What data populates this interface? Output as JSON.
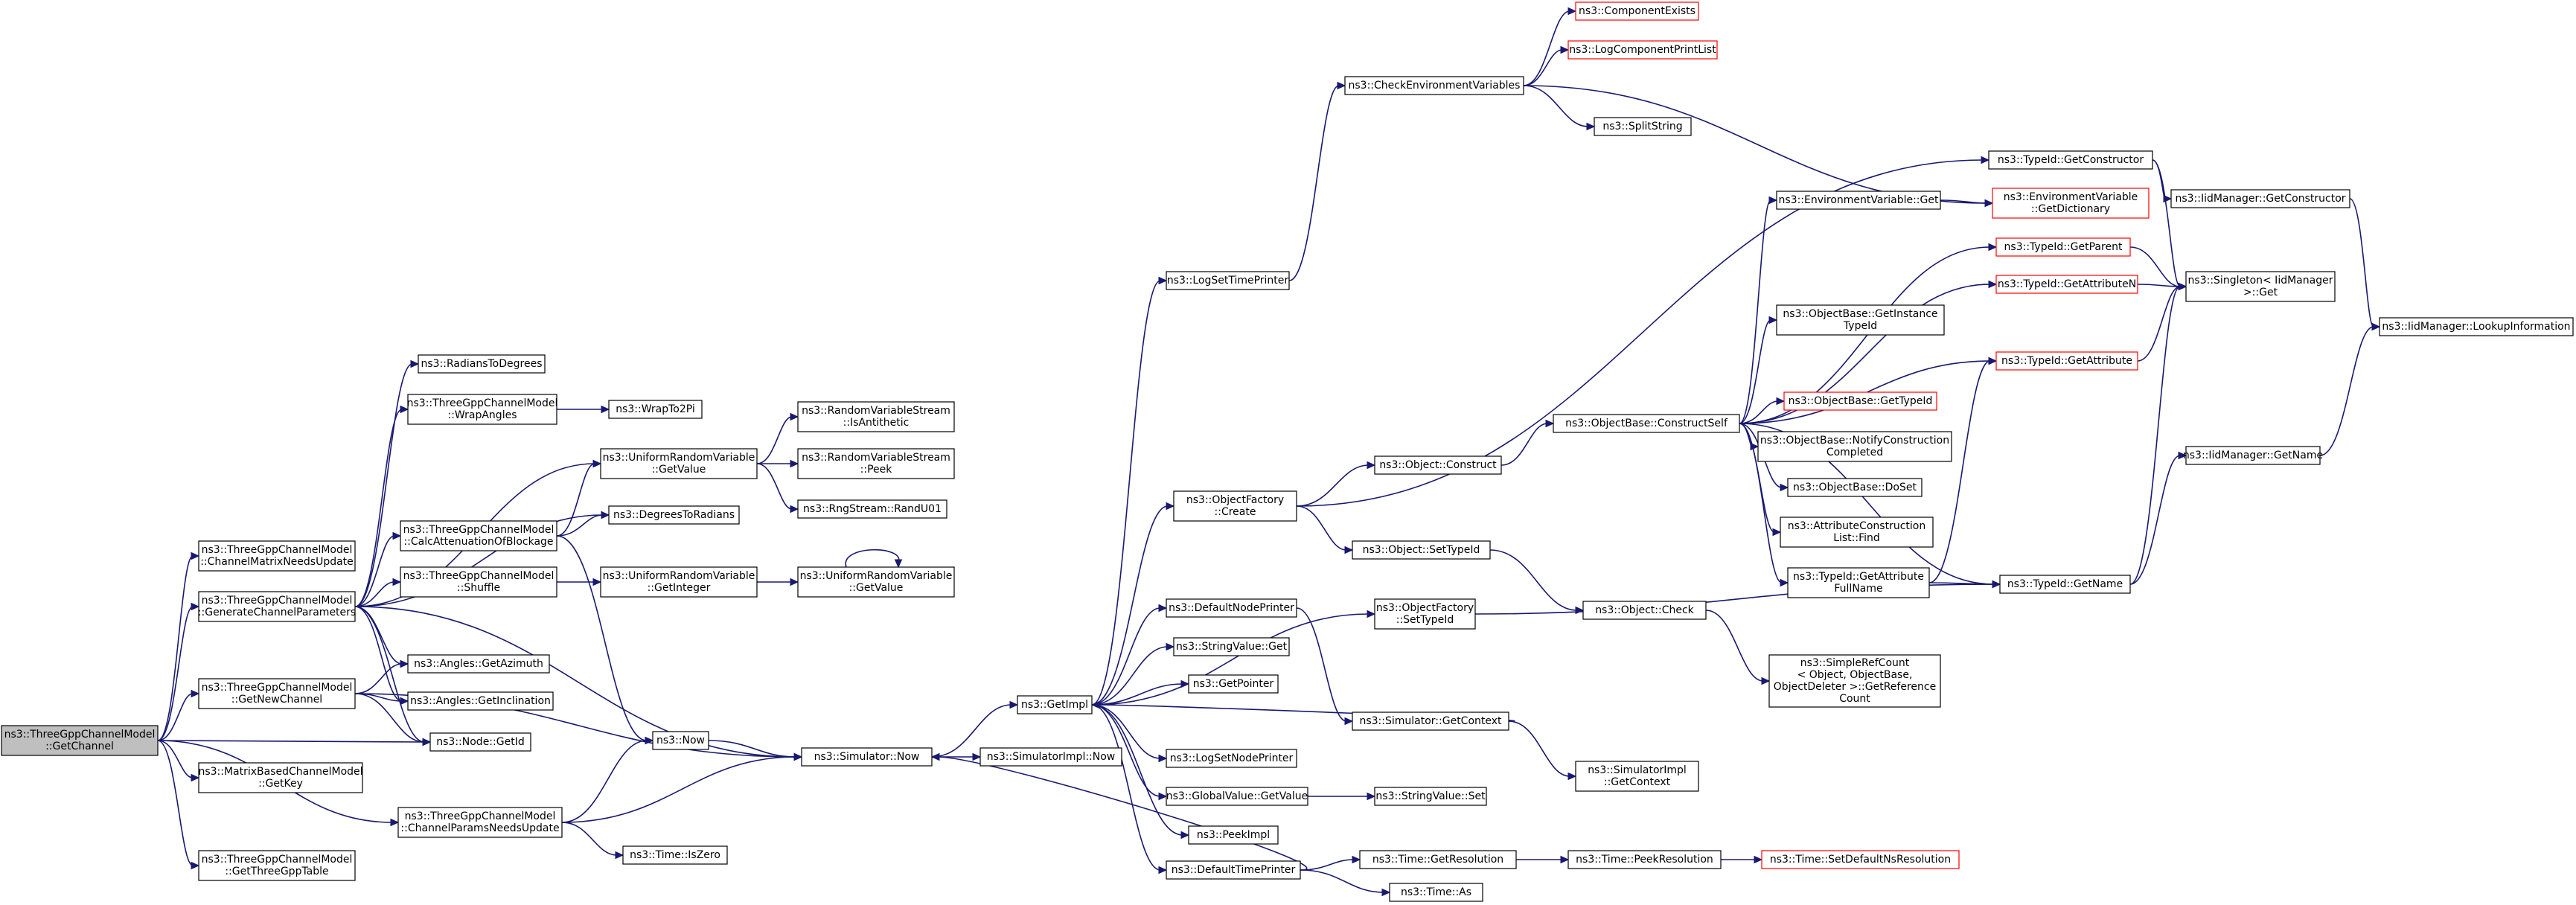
{
  "graph": {
    "nodes": [
      {
        "id": "root",
        "lines": [
          "ns3::ThreeGppChannelModel",
          "::GetChannel"
        ],
        "status": "root"
      },
      {
        "id": "cmnu",
        "lines": [
          "ns3::ThreeGppChannelModel",
          "::ChannelMatrixNeedsUpdate"
        ],
        "status": "normal"
      },
      {
        "id": "gcp",
        "lines": [
          "ns3::ThreeGppChannelModel",
          "::GenerateChannelParameters"
        ],
        "status": "normal"
      },
      {
        "id": "gnc",
        "lines": [
          "ns3::ThreeGppChannelModel",
          "::GetNewChannel"
        ],
        "status": "normal"
      },
      {
        "id": "mbkey",
        "lines": [
          "ns3::MatrixBasedChannelModel",
          "::GetKey"
        ],
        "status": "normal"
      },
      {
        "id": "cpnu",
        "lines": [
          "ns3::ThreeGppChannelModel",
          "::ChannelParamsNeedsUpdate"
        ],
        "status": "normal"
      },
      {
        "id": "g3t",
        "lines": [
          "ns3::ThreeGppChannelModel",
          "::GetThreeGppTable"
        ],
        "status": "normal"
      },
      {
        "id": "r2d",
        "lines": [
          "ns3::RadiansToDegrees"
        ],
        "status": "normal"
      },
      {
        "id": "wrapa",
        "lines": [
          "ns3::ThreeGppChannelModel",
          "::WrapAngles"
        ],
        "status": "normal"
      },
      {
        "id": "wrap2pi",
        "lines": [
          "ns3::WrapTo2Pi"
        ],
        "status": "normal"
      },
      {
        "id": "urvget",
        "lines": [
          "ns3::UniformRandomVariable",
          "::GetValue"
        ],
        "status": "normal"
      },
      {
        "id": "calcb",
        "lines": [
          "ns3::ThreeGppChannelModel",
          "::CalcAttenuationOfBlockage"
        ],
        "status": "normal"
      },
      {
        "id": "d2r",
        "lines": [
          "ns3::DegreesToRadians"
        ],
        "status": "normal"
      },
      {
        "id": "shuffle",
        "lines": [
          "ns3::ThreeGppChannelModel",
          "::Shuffle"
        ],
        "status": "normal"
      },
      {
        "id": "urvint",
        "lines": [
          "ns3::UniformRandomVariable",
          "::GetInteger"
        ],
        "status": "normal"
      },
      {
        "id": "urvget2",
        "lines": [
          "ns3::UniformRandomVariable",
          "::GetValue"
        ],
        "status": "normal"
      },
      {
        "id": "isanti",
        "lines": [
          "ns3::RandomVariableStream",
          "::IsAntithetic"
        ],
        "status": "normal"
      },
      {
        "id": "peek",
        "lines": [
          "ns3::RandomVariableStream",
          "::Peek"
        ],
        "status": "normal"
      },
      {
        "id": "randu01",
        "lines": [
          "ns3::RngStream::RandU01"
        ],
        "status": "normal"
      },
      {
        "id": "azim",
        "lines": [
          "ns3::Angles::GetAzimuth"
        ],
        "status": "normal"
      },
      {
        "id": "incl",
        "lines": [
          "ns3::Angles::GetInclination"
        ],
        "status": "normal"
      },
      {
        "id": "nodeid",
        "lines": [
          "ns3::Node::GetId"
        ],
        "status": "normal"
      },
      {
        "id": "now",
        "lines": [
          "ns3::Now"
        ],
        "status": "normal"
      },
      {
        "id": "simnow",
        "lines": [
          "ns3::Simulator::Now"
        ],
        "status": "normal"
      },
      {
        "id": "iszero",
        "lines": [
          "ns3::Time::IsZero"
        ],
        "status": "normal"
      },
      {
        "id": "simimplnow",
        "lines": [
          "ns3::SimulatorImpl::Now"
        ],
        "status": "normal"
      },
      {
        "id": "getimpl",
        "lines": [
          "ns3::GetImpl"
        ],
        "status": "normal"
      },
      {
        "id": "lstp",
        "lines": [
          "ns3::LogSetTimePrinter"
        ],
        "status": "normal"
      },
      {
        "id": "cev",
        "lines": [
          "ns3::CheckEnvironmentVariables"
        ],
        "status": "normal"
      },
      {
        "id": "compex",
        "lines": [
          "ns3::ComponentExists"
        ],
        "status": "highlight"
      },
      {
        "id": "lcpl",
        "lines": [
          "ns3::LogComponentPrintList"
        ],
        "status": "highlight"
      },
      {
        "id": "splitstr",
        "lines": [
          "ns3::SplitString"
        ],
        "status": "normal"
      },
      {
        "id": "ofcreate",
        "lines": [
          "ns3::ObjectFactory",
          "::Create"
        ],
        "status": "normal"
      },
      {
        "id": "oconstruct",
        "lines": [
          "ns3::Object::Construct"
        ],
        "status": "normal"
      },
      {
        "id": "osettid",
        "lines": [
          "ns3::Object::SetTypeId"
        ],
        "status": "normal"
      },
      {
        "id": "dnp",
        "lines": [
          "ns3::DefaultNodePrinter"
        ],
        "status": "normal"
      },
      {
        "id": "svget",
        "lines": [
          "ns3::StringValue::Get"
        ],
        "status": "normal"
      },
      {
        "id": "getptr",
        "lines": [
          "ns3::GetPointer"
        ],
        "status": "normal"
      },
      {
        "id": "lsnp",
        "lines": [
          "ns3::LogSetNodePrinter"
        ],
        "status": "normal"
      },
      {
        "id": "gvget",
        "lines": [
          "ns3::GlobalValue::GetValue"
        ],
        "status": "normal"
      },
      {
        "id": "peekimpl",
        "lines": [
          "ns3::PeekImpl"
        ],
        "status": "normal"
      },
      {
        "id": "dtp",
        "lines": [
          "ns3::DefaultTimePrinter"
        ],
        "status": "normal"
      },
      {
        "id": "ofsettid",
        "lines": [
          "ns3::ObjectFactory",
          "::SetTypeId"
        ],
        "status": "normal"
      },
      {
        "id": "simgetctx",
        "lines": [
          "ns3::Simulator::GetContext"
        ],
        "status": "normal"
      },
      {
        "id": "svset",
        "lines": [
          "ns3::StringValue::Set"
        ],
        "status": "normal"
      },
      {
        "id": "tgetres",
        "lines": [
          "ns3::Time::GetResolution"
        ],
        "status": "normal"
      },
      {
        "id": "tas",
        "lines": [
          "ns3::Time::As"
        ],
        "status": "normal"
      },
      {
        "id": "tpeekres",
        "lines": [
          "ns3::Time::PeekResolution"
        ],
        "status": "normal"
      },
      {
        "id": "tsdnr",
        "lines": [
          "ns3::Time::SetDefaultNsResolution"
        ],
        "status": "highlight"
      },
      {
        "id": "obcs",
        "lines": [
          "ns3::ObjectBase::ConstructSelf"
        ],
        "status": "normal"
      },
      {
        "id": "ocheck",
        "lines": [
          "ns3::Object::Check"
        ],
        "status": "normal"
      },
      {
        "id": "simimplctx",
        "lines": [
          "ns3::SimulatorImpl",
          "::GetContext"
        ],
        "status": "normal"
      },
      {
        "id": "srcref",
        "lines": [
          "ns3::SimpleRefCount",
          "< Object, ObjectBase,",
          "ObjectDeleter >::GetReference",
          "Count"
        ],
        "status": "normal"
      },
      {
        "id": "evget",
        "lines": [
          "ns3::EnvironmentVariable::Get"
        ],
        "status": "normal"
      },
      {
        "id": "evdict",
        "lines": [
          "ns3::EnvironmentVariable",
          "::GetDictionary"
        ],
        "status": "highlight"
      },
      {
        "id": "tidgetctor",
        "lines": [
          "ns3::TypeId::GetConstructor"
        ],
        "status": "normal"
      },
      {
        "id": "tidgetparent",
        "lines": [
          "ns3::TypeId::GetParent"
        ],
        "status": "highlight"
      },
      {
        "id": "tidgetattrn",
        "lines": [
          "ns3::TypeId::GetAttributeN"
        ],
        "status": "highlight"
      },
      {
        "id": "obgit",
        "lines": [
          "ns3::ObjectBase::GetInstance",
          "TypeId"
        ],
        "status": "normal"
      },
      {
        "id": "tidgetattr",
        "lines": [
          "ns3::TypeId::GetAttribute"
        ],
        "status": "highlight"
      },
      {
        "id": "obgtid",
        "lines": [
          "ns3::ObjectBase::GetTypeId"
        ],
        "status": "highlight"
      },
      {
        "id": "obnc",
        "lines": [
          "ns3::ObjectBase::NotifyConstruction",
          "Completed"
        ],
        "status": "normal"
      },
      {
        "id": "obdoset",
        "lines": [
          "ns3::ObjectBase::DoSet"
        ],
        "status": "normal"
      },
      {
        "id": "acfind",
        "lines": [
          "ns3::AttributeConstruction",
          "List::Find"
        ],
        "status": "normal"
      },
      {
        "id": "tidgafn",
        "lines": [
          "ns3::TypeId::GetAttribute",
          "FullName"
        ],
        "status": "normal"
      },
      {
        "id": "tidgetname",
        "lines": [
          "ns3::TypeId::GetName"
        ],
        "status": "normal"
      },
      {
        "id": "iidgetctor",
        "lines": [
          "ns3::IidManager::GetConstructor"
        ],
        "status": "normal"
      },
      {
        "id": "singget",
        "lines": [
          "ns3::Singleton< IidManager",
          ">::Get"
        ],
        "status": "normal"
      },
      {
        "id": "iidgetname",
        "lines": [
          "ns3::IidManager::GetName"
        ],
        "status": "normal"
      },
      {
        "id": "iidlookup",
        "lines": [
          "ns3::IidManager::LookupInformation"
        ],
        "status": "normal"
      }
    ],
    "edges": [
      [
        "root",
        "cmnu"
      ],
      [
        "root",
        "gcp"
      ],
      [
        "root",
        "gnc"
      ],
      [
        "root",
        "nodeid"
      ],
      [
        "root",
        "mbkey"
      ],
      [
        "root",
        "cpnu"
      ],
      [
        "root",
        "g3t"
      ],
      [
        "gcp",
        "r2d"
      ],
      [
        "gcp",
        "wrapa"
      ],
      [
        "gcp",
        "urvget"
      ],
      [
        "gcp",
        "calcb"
      ],
      [
        "gcp",
        "d2r"
      ],
      [
        "gcp",
        "shuffle"
      ],
      [
        "gcp",
        "azim"
      ],
      [
        "gcp",
        "incl"
      ],
      [
        "gcp",
        "nodeid"
      ],
      [
        "gcp",
        "simnow"
      ],
      [
        "wrapa",
        "wrap2pi"
      ],
      [
        "urvget",
        "isanti"
      ],
      [
        "urvget",
        "peek"
      ],
      [
        "urvget",
        "randu01"
      ],
      [
        "calcb",
        "urvget"
      ],
      [
        "calcb",
        "d2r"
      ],
      [
        "calcb",
        "now"
      ],
      [
        "shuffle",
        "urvint"
      ],
      [
        "urvint",
        "urvget2"
      ],
      [
        "urvget2",
        "urvget2"
      ],
      [
        "gnc",
        "azim"
      ],
      [
        "gnc",
        "incl"
      ],
      [
        "gnc",
        "nodeid"
      ],
      [
        "gnc",
        "simnow"
      ],
      [
        "cpnu",
        "now"
      ],
      [
        "cpnu",
        "simnow"
      ],
      [
        "cpnu",
        "iszero"
      ],
      [
        "now",
        "simnow"
      ],
      [
        "simnow",
        "getimpl"
      ],
      [
        "simnow",
        "simimplnow"
      ],
      [
        "getimpl",
        "lstp"
      ],
      [
        "getimpl",
        "ofcreate"
      ],
      [
        "getimpl",
        "ofsettid"
      ],
      [
        "getimpl",
        "dnp"
      ],
      [
        "getimpl",
        "svget"
      ],
      [
        "getimpl",
        "getptr"
      ],
      [
        "getimpl",
        "lsnp"
      ],
      [
        "getimpl",
        "gvget"
      ],
      [
        "getimpl",
        "peekimpl"
      ],
      [
        "getimpl",
        "dtp"
      ],
      [
        "lstp",
        "cev"
      ],
      [
        "cev",
        "compex"
      ],
      [
        "cev",
        "lcpl"
      ],
      [
        "cev",
        "splitstr"
      ],
      [
        "cev",
        "evdict"
      ],
      [
        "ofcreate",
        "tidgetctor"
      ],
      [
        "ofcreate",
        "oconstruct"
      ],
      [
        "ofcreate",
        "osettid"
      ],
      [
        "oconstruct",
        "obcs"
      ],
      [
        "osettid",
        "ocheck"
      ],
      [
        "ocheck",
        "srcref"
      ],
      [
        "dnp",
        "simgetctx"
      ],
      [
        "simgetctx",
        "getimpl"
      ],
      [
        "simgetctx",
        "simimplctx"
      ],
      [
        "gvget",
        "svset"
      ],
      [
        "dtp",
        "simnow"
      ],
      [
        "dtp",
        "tgetres"
      ],
      [
        "dtp",
        "tas"
      ],
      [
        "tgetres",
        "tpeekres"
      ],
      [
        "tpeekres",
        "tsdnr"
      ],
      [
        "ofsettid",
        "tidgetname"
      ],
      [
        "obcs",
        "evget"
      ],
      [
        "obcs",
        "tidgetparent"
      ],
      [
        "obcs",
        "tidgetattrn"
      ],
      [
        "obcs",
        "obgit"
      ],
      [
        "obcs",
        "tidgetattr"
      ],
      [
        "obcs",
        "obgtid"
      ],
      [
        "obcs",
        "obnc"
      ],
      [
        "obcs",
        "obdoset"
      ],
      [
        "obcs",
        "acfind"
      ],
      [
        "obcs",
        "tidgafn"
      ],
      [
        "obcs",
        "tidgetname"
      ],
      [
        "evget",
        "evdict"
      ],
      [
        "tidgetctor",
        "iidgetctor"
      ],
      [
        "tidgetctor",
        "singget"
      ],
      [
        "tidgetparent",
        "singget"
      ],
      [
        "tidgetattrn",
        "singget"
      ],
      [
        "tidgetattr",
        "singget"
      ],
      [
        "tidgafn",
        "tidgetattr"
      ],
      [
        "tidgafn",
        "tidgetname"
      ],
      [
        "tidgetname",
        "singget"
      ],
      [
        "tidgetname",
        "iidgetname"
      ],
      [
        "iidgetctor",
        "iidlookup"
      ],
      [
        "iidgetname",
        "iidlookup"
      ]
    ]
  }
}
